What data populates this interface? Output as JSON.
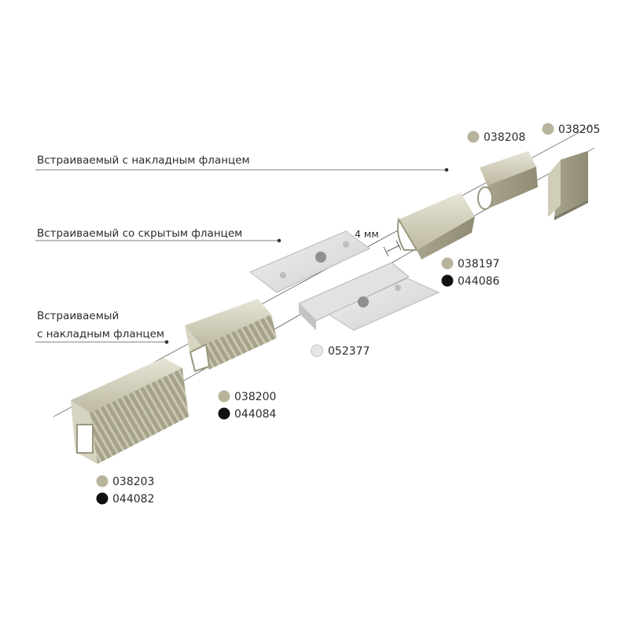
{
  "labels": {
    "top": "Встраиваемый с накладным фланцем",
    "middle": "Встраиваемый со скрытым фланцем",
    "bottom_line1": "Встраиваемый",
    "bottom_line2": "с накладным фланцем",
    "dimension": "4 мм"
  },
  "parts": [
    {
      "code": "038208",
      "color": "#b8b49c"
    },
    {
      "code": "038205",
      "color": "#b8b49c"
    },
    {
      "code": "038197",
      "color": "#b8b49c"
    },
    {
      "code": "044086",
      "color": "#111111"
    },
    {
      "code": "052377",
      "color": "#e6e6e6"
    },
    {
      "code": "038200",
      "color": "#b8b49c"
    },
    {
      "code": "044084",
      "color": "#111111"
    },
    {
      "code": "038203",
      "color": "#b8b49c"
    },
    {
      "code": "044082",
      "color": "#111111"
    }
  ]
}
